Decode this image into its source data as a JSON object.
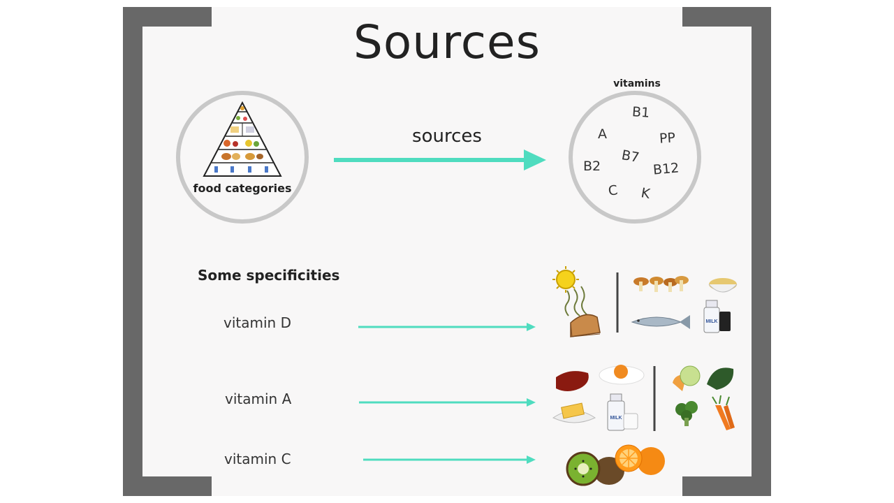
{
  "title": "Sources",
  "food_circle": {
    "label": "food categories"
  },
  "arrow_label": "sources",
  "vitamins_circle": {
    "label": "vitamins",
    "items": [
      "B1",
      "A",
      "PP",
      "B7",
      "B2",
      "B12",
      "C",
      "K"
    ]
  },
  "specificities": {
    "heading": "Some specificities",
    "rows": [
      {
        "label": "vitamin D"
      },
      {
        "label": "vitamin A"
      },
      {
        "label": "vitamin C"
      }
    ],
    "milk_text": "MILK"
  },
  "colors": {
    "bracket": "#686868",
    "arrow": "#4fdcbf",
    "circle_border": "#c8c8c8",
    "background": "#f8f7f7"
  }
}
